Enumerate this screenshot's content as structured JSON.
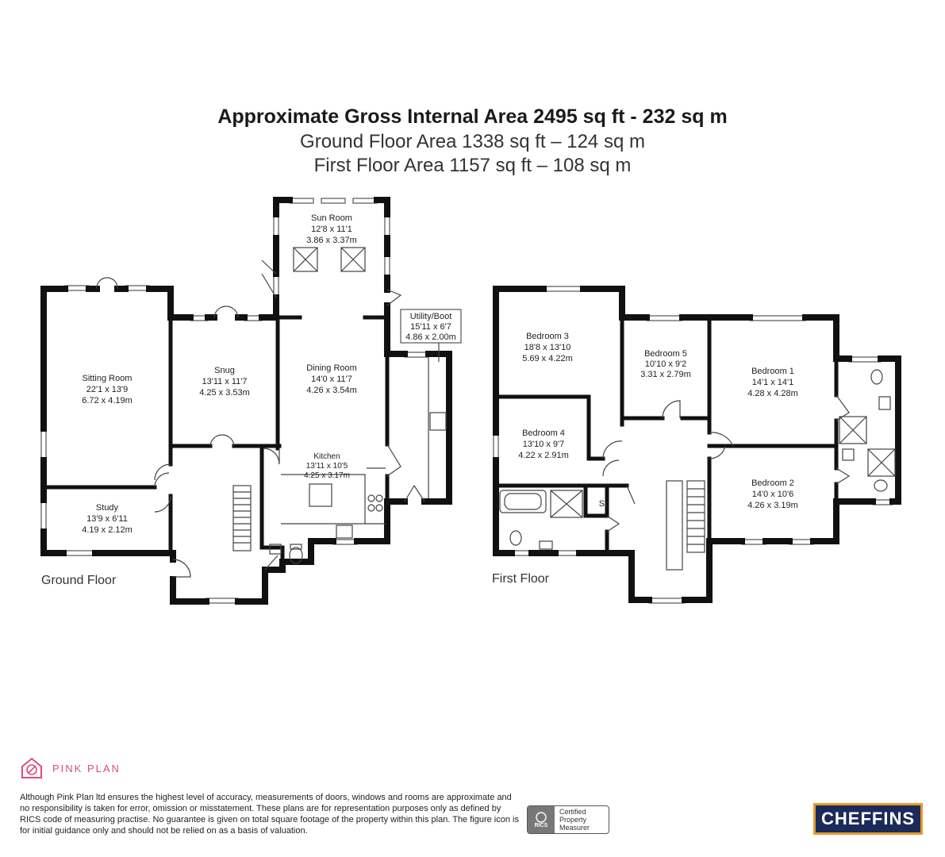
{
  "header": {
    "title": "Approximate Gross Internal Area 2495 sq ft - 232 sq m",
    "ground_area": "Ground Floor Area 1338 sq ft – 124 sq m",
    "first_area": "First Floor Area 1157 sq ft – 108 sq m"
  },
  "ground_floor": {
    "label": "Ground Floor",
    "rooms": [
      {
        "name": "Sun Room",
        "dims": "12'8 x 11'1",
        "metric": "3.86 x 3.37m"
      },
      {
        "name": "Utility/Boot",
        "dims": "15'11 x 6'7",
        "metric": "4.86 x 2.00m"
      },
      {
        "name": "Sitting Room",
        "dims": "22'1 x 13'9",
        "metric": "6.72 x 4.19m"
      },
      {
        "name": "Snug",
        "dims": "13'11 x 11'7",
        "metric": "4.25 x 3.53m"
      },
      {
        "name": "Dining Room",
        "dims": "14'0 x 11'7",
        "metric": "4.26 x 3.54m"
      },
      {
        "name": "Kitchen",
        "dims": "13'11 x 10'5",
        "metric": "4.25 x 3.17m"
      },
      {
        "name": "Study",
        "dims": "13'9 x 6'11",
        "metric": "4.19 x 2.12m"
      }
    ]
  },
  "first_floor": {
    "label": "First Floor",
    "rooms": [
      {
        "name": "Bedroom 3",
        "dims": "18'8 x 13'10",
        "metric": "5.69 x 4.22m"
      },
      {
        "name": "Bedroom 5",
        "dims": "10'10 x 9'2",
        "metric": "3.31 x 2.79m"
      },
      {
        "name": "Bedroom 1",
        "dims": "14'1 x 14'1",
        "metric": "4.28 x 4.28m"
      },
      {
        "name": "Bedroom 4",
        "dims": "13'10 x 9'7",
        "metric": "4.22 x 2.91m"
      },
      {
        "name": "Bedroom 2",
        "dims": "14'0 x 10'6",
        "metric": "4.26 x 3.19m"
      }
    ],
    "store_label": "St"
  },
  "footer": {
    "brand": "PINK PLAN",
    "disclaimer": "Although Pink Plan ltd ensures the highest level of accuracy, measurements of doors, windows and rooms are approximate and no responsibility is taken for error, omission or misstatement. These plans are for representation purposes only as defined by RICS code of measuring practise. No guarantee is given on total square footage of the property within this plan. The figure icon is for initial guidance only and should not be relied on as a basis of valuation.",
    "rics_logo": "RICS",
    "rics_badge": [
      "Certified",
      "Property",
      "Measurer"
    ],
    "agent": "CHEFFINS"
  },
  "colors": {
    "brand_pink": "#e0487f",
    "agent_navy": "#1b2a5a",
    "agent_orange": "#e89a2a"
  }
}
